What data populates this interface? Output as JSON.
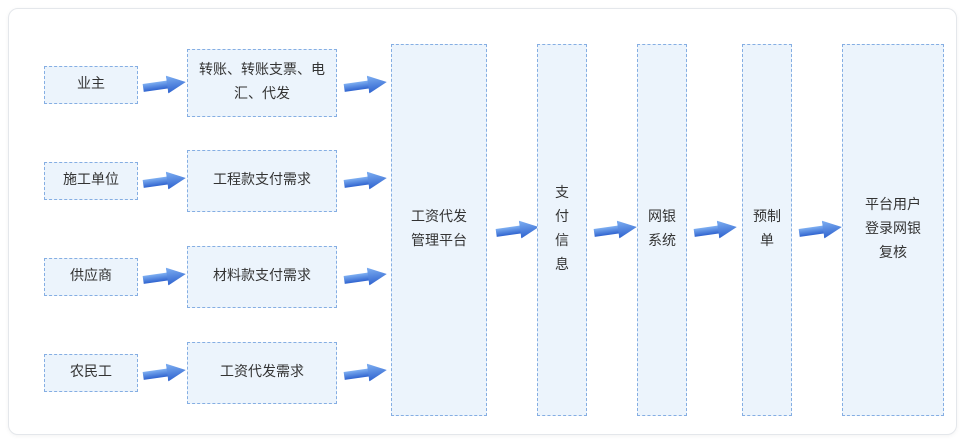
{
  "diagram": {
    "sources": [
      {
        "label": "业主"
      },
      {
        "label": "施工单位"
      },
      {
        "label": "供应商"
      },
      {
        "label": "农民工"
      }
    ],
    "requests": [
      {
        "label": "转账、转账支票、电汇、代发"
      },
      {
        "label": "工程款支付需求"
      },
      {
        "label": "材料款支付需求"
      },
      {
        "label": "工资代发需求"
      }
    ],
    "platform": {
      "label": "工资代发管理平台"
    },
    "stages": [
      {
        "label": "支付信息"
      },
      {
        "label": "网银系统"
      },
      {
        "label": "预制单"
      },
      {
        "label": "平台用户登录网银复核"
      }
    ],
    "colors": {
      "box_fill": "#ecf4fc",
      "box_border": "#85aee3",
      "arrow_dark": "#2f63cf",
      "arrow_light": "#7fb0f2",
      "text": "#333333",
      "card_border": "#e4e7eb"
    }
  }
}
